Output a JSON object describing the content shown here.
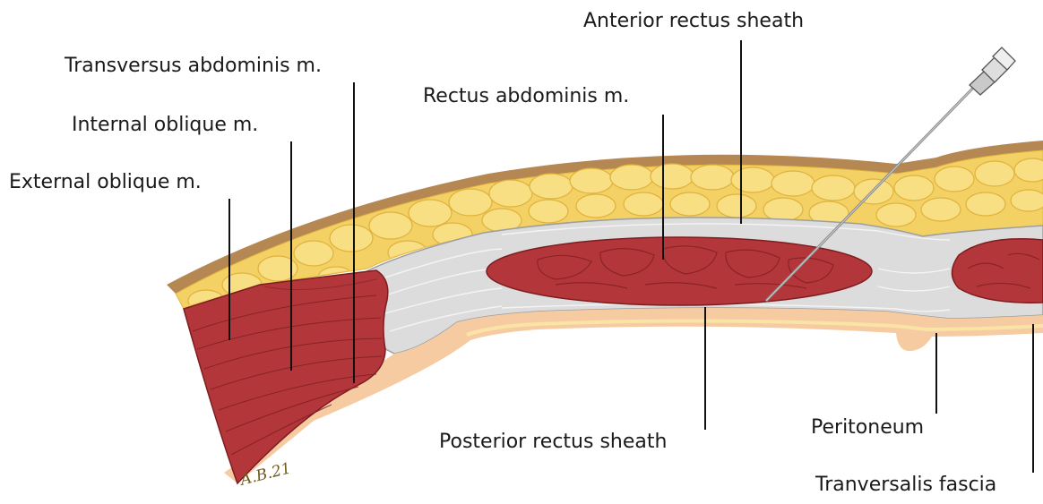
{
  "labels": {
    "anterior_rectus_sheath": "Anterior rectus sheath",
    "transversus_abdominis": "Transversus abdominis m.",
    "rectus_abdominis": "Rectus abdominis m.",
    "internal_oblique": "Internal oblique m.",
    "external_oblique": "External oblique m.",
    "posterior_rectus_sheath": "Posterior rectus sheath",
    "peritoneum": "Peritoneum",
    "transversalis_fascia": "Tranversalis fascia"
  },
  "signature": "A.B.21",
  "colors": {
    "skin": "#b58752",
    "fat": "#f3d164",
    "fat_lobule": "#f8df84",
    "fat_outline": "#e2b640",
    "sheath": "#dcdcdc",
    "sheath_line": "#9e9e9e",
    "muscle": "#b3373a",
    "muscle_dark": "#7d1d20",
    "peritoneum": "#f6cba2",
    "leader": "#111111",
    "needle": "#8a8a8a"
  }
}
